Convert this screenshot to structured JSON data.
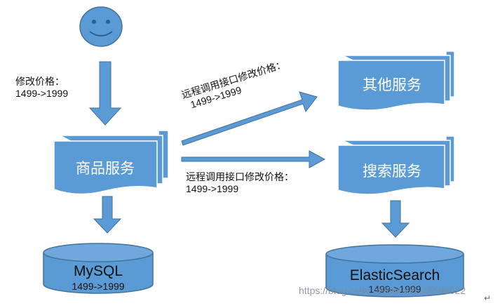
{
  "user_note": {
    "line1": "修改价格：",
    "line2": "1499->1999"
  },
  "nodes": {
    "product_service": "商品服务",
    "other_service": "其他服务",
    "search_service": "搜索服务"
  },
  "edges": {
    "to_other": {
      "line1": "远程调用接口修改价格：",
      "line2": "1499->1999"
    },
    "to_search": {
      "line1": "远程调用接口修改价格：",
      "line2": "1499->1999"
    }
  },
  "databases": {
    "mysql": {
      "name": "MySQL",
      "value": "1499->1999"
    },
    "elasticsearch": {
      "name": "ElasticSearch",
      "value": "1499->1999"
    }
  },
  "watermark": "https://blog.csdn.net/weixin_45596022",
  "colors": {
    "shape_fill": "#5b9bd5",
    "shape_stroke": "#41719c",
    "arrow": "#5b9bd5"
  }
}
